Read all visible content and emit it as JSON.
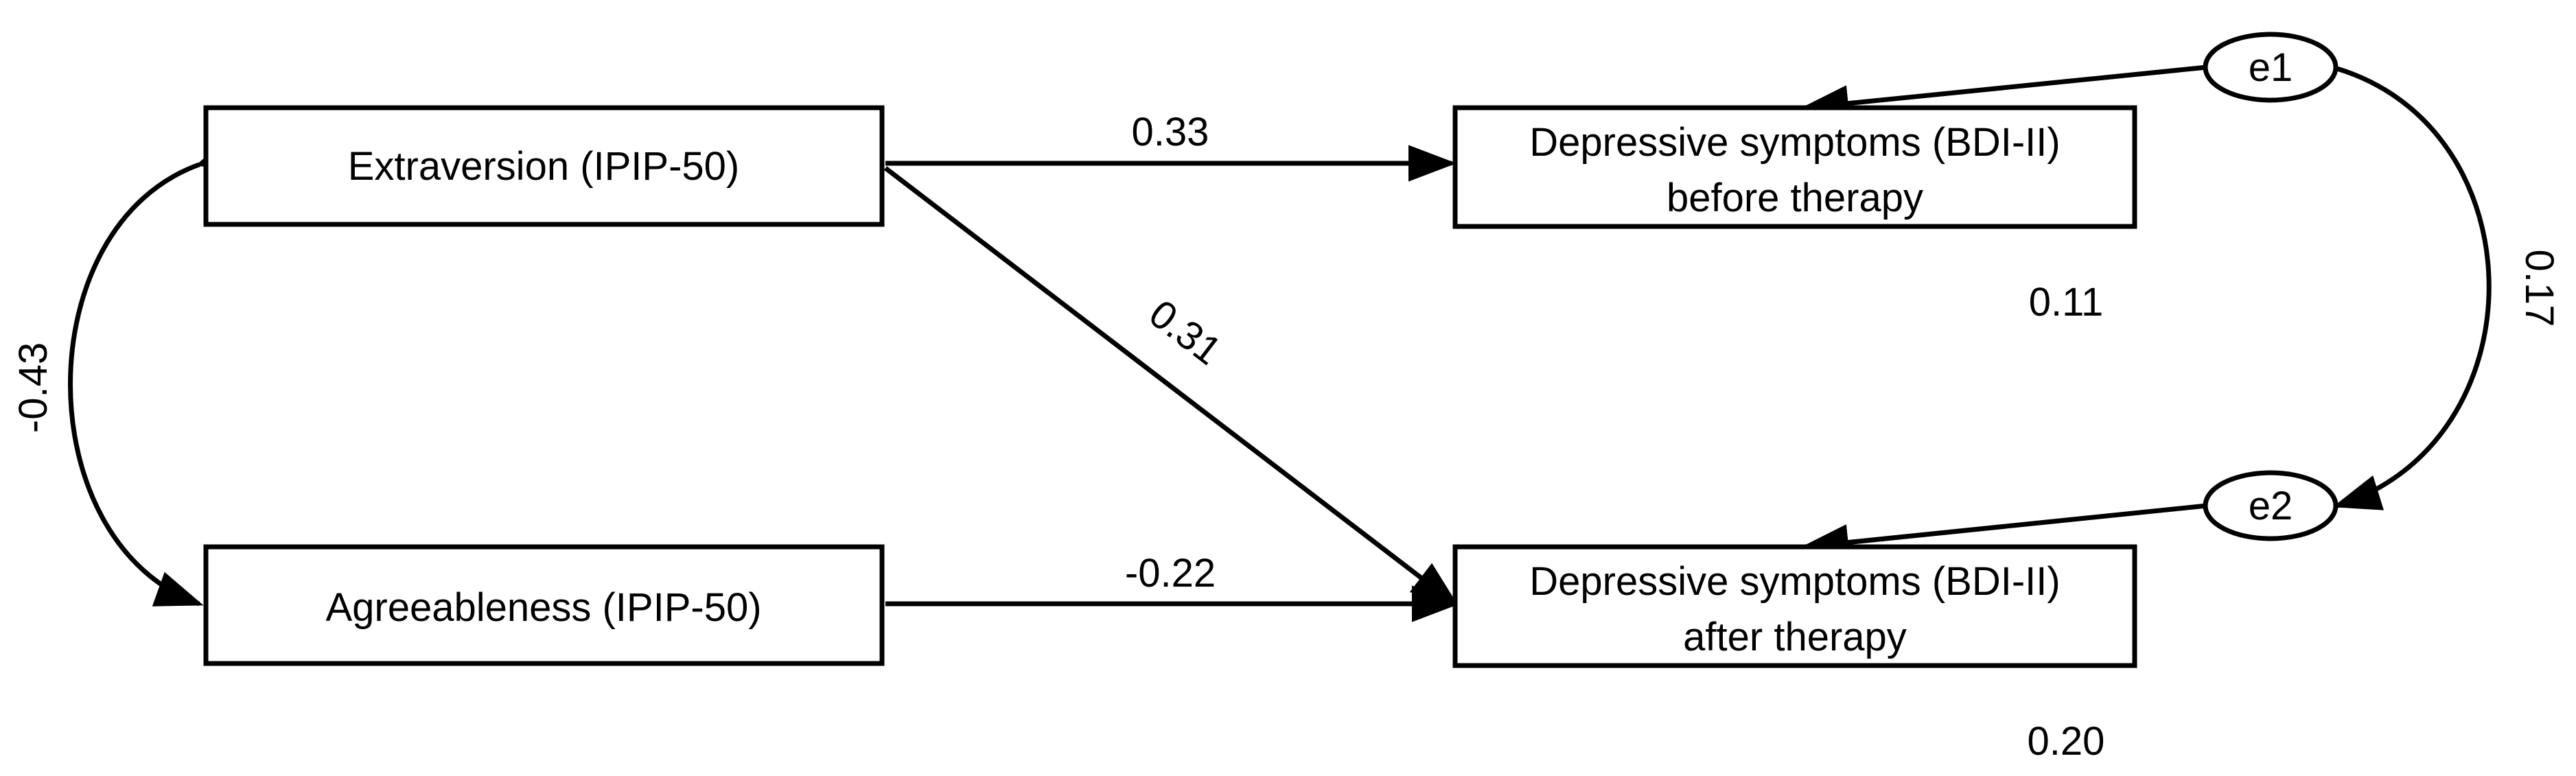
{
  "nodes": {
    "extraversion": {
      "label": "Extraversion (IPIP-50)"
    },
    "agreeableness": {
      "label": "Agreeableness (IPIP-50)"
    },
    "dep_before": {
      "line1": "Depressive symptoms (BDI-II)",
      "line2": "before therapy"
    },
    "dep_after": {
      "line1": "Depressive symptoms (BDI-II)",
      "line2": "after therapy"
    },
    "e1": {
      "label": "e1"
    },
    "e2": {
      "label": "e2"
    }
  },
  "paths": {
    "extraversion_to_before": "0.33",
    "extraversion_to_after": "0.31",
    "agreeableness_to_after": "-0.22",
    "extraversion_agreeableness_cov": "-0.43",
    "e1_e2_cov": "0.17"
  },
  "r_squared": {
    "dep_before": "0.11",
    "dep_after": "0.20"
  }
}
